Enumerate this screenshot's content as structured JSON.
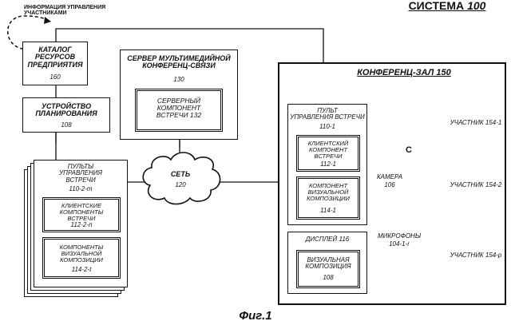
{
  "system": {
    "label": "СИСТЕМА",
    "number": "100"
  },
  "info_label": "ИНФОРМАЦИЯ УПРАВЛЕНИЯ\nУЧАСТНИКАМИ",
  "catalog": {
    "title": "КАТАЛОГ\nРЕСУРСОВ\nПРЕДПРИЯТИЯ",
    "number": "160"
  },
  "scheduler": {
    "title": "УСТРОЙСТВО\nПЛАНИРОВАНИЯ",
    "number": "108"
  },
  "server": {
    "title": "СЕРВЕР МУЛЬТИМЕДИЙНОЙ\nКОНФЕРЕНЦ-СВЯЗИ",
    "number": "130",
    "component": "СЕРВЕРНЫЙ\nКОМПОНЕНТ\nВСТРЕЧИ 132"
  },
  "network": {
    "title": "СЕТЬ",
    "number": "120"
  },
  "remote": {
    "title": "ПУЛЬТЫ\nУПРАВЛЕНИЯ\nВСТРЕЧИ",
    "number": "110-2-m",
    "client": "КЛИЕНТСКИЕ\nКОМПОНЕНТЫ\nВСТРЕЧИ",
    "client_number": "112-2-n",
    "visual": "КОМПОНЕНТЫ\nВИЗУАЛЬНОЙ\nКОМПОЗИЦИИ",
    "visual_number": "114-2-t"
  },
  "room": {
    "title": "КОНФЕРЕНЦ-ЗАЛ 150"
  },
  "console": {
    "title": "ПУЛЬТ\nУПРАВЛЕНИЯ ВСТРЕЧИ",
    "number": "110-1",
    "client": "КЛИЕНТСКИЙ\nКОМПОНЕНТ\nВСТРЕЧИ",
    "client_number": "112-1",
    "visual": "КОМПОНЕНТ\nВИЗУАЛЬНОЙ\nКОМПОЗИЦИИ",
    "visual_number": "114-1"
  },
  "display": {
    "title": "ДИСПЛЕЙ",
    "number": "116",
    "composition": "ВИЗУАЛЬНАЯ\nКОМПОЗИЦИЯ",
    "composition_number": "108"
  },
  "camera": {
    "title": "КАМЕРА",
    "number": "106",
    "letter": "C"
  },
  "mics": {
    "title": "МИКРОФОНЫ",
    "number": "104-1-r"
  },
  "participants": [
    {
      "title": "УЧАСТНИК",
      "number": "154-1"
    },
    {
      "title": "УЧАСТНИК",
      "number": "154-2"
    },
    {
      "title": "УЧАСТНИК",
      "number": "154-p"
    }
  ],
  "figure": "Фиг.1"
}
